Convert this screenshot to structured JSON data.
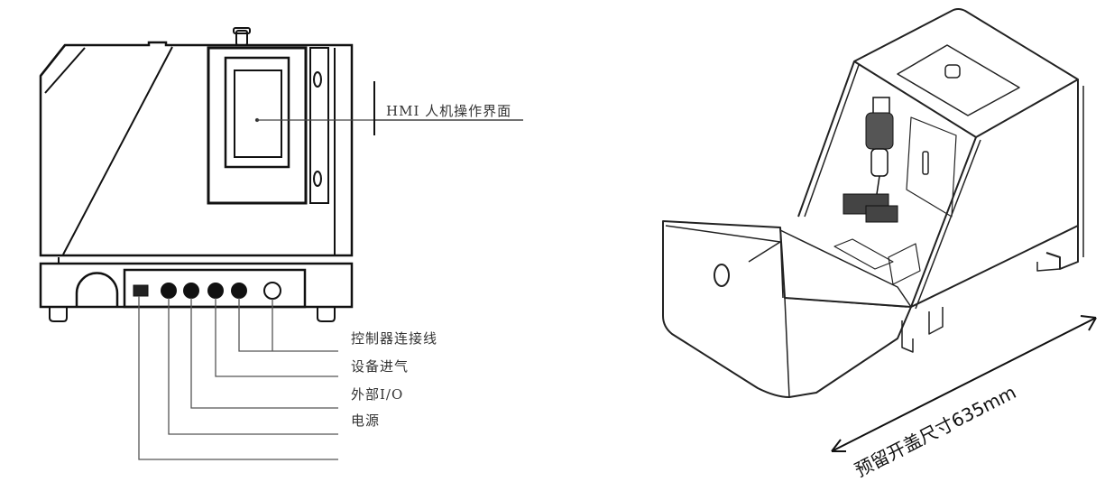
{
  "front_view": {
    "callouts": {
      "hmi": "HMI 人机操作界面",
      "controller_cable": "控制器连接线",
      "air_inlet": "设备进气",
      "external_io": "外部I/O",
      "power": "电源"
    },
    "ports": [
      "connector",
      "circular-port",
      "circular-port",
      "circular-port",
      "circular-port",
      "hollow-port"
    ]
  },
  "iso_view": {
    "dimension_label": "预留开盖尺寸635mm"
  }
}
